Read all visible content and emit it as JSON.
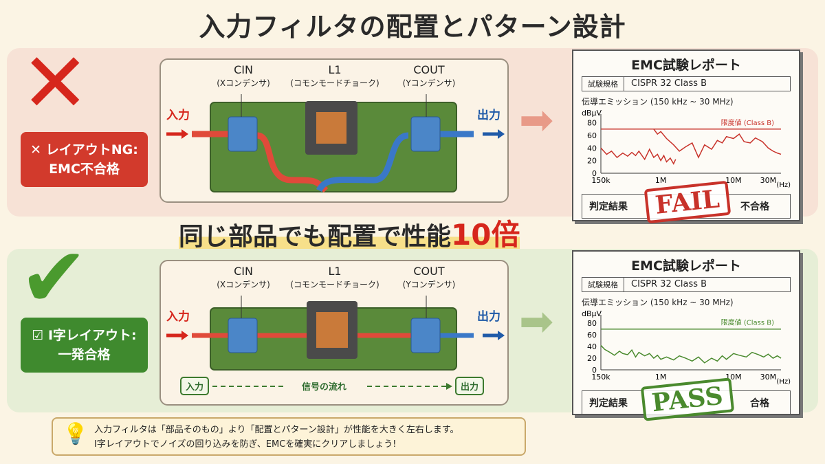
{
  "title": "入力フィルタの配置とパターン設計",
  "ng": {
    "badge": "✕ レイアウトNG:",
    "badge2": "EMC不合格"
  },
  "ok": {
    "badge": "☑ I字レイアウト:",
    "badge2": "一発合格"
  },
  "circuit": {
    "cin": "CIN",
    "cin_sub": "(Xコンデンサ)",
    "l1": "L1",
    "l1_sub": "(コモンモードチョーク)",
    "cout": "COUT",
    "cout_sub": "(Yコンデンサ)",
    "in": "入力",
    "out": "出力"
  },
  "flow": {
    "in": "入力",
    "label": "信号の流れ",
    "out": "出力"
  },
  "banner": {
    "text": "同じ部品でも配置で性能",
    "highlight": "10倍"
  },
  "report": {
    "title": "EMC試験レポート",
    "std_label": "試験規格",
    "std_value": "CISPR 32 Class B",
    "subtitle": "伝導エミッション (150 kHz ~ 30 MHz)",
    "unit": "dBμV",
    "hz": "(Hz)",
    "limit_label": "限度値 (Class B)",
    "judge_label": "判定結果"
  },
  "fail": {
    "stamp": "FAIL",
    "result": "不合格",
    "color": "#c8322a"
  },
  "pass": {
    "stamp": "PASS",
    "result": "合格",
    "color": "#4a8a2e"
  },
  "tip": {
    "line1": "入力フィルタは「部品そのもの」より「配置とパターン設計」が性能を大きく左右します。",
    "line2": "I字レイアウトでノイズの回り込みを防ぎ、EMCを確実にクリアしましょう!"
  },
  "chart_data": [
    {
      "type": "line",
      "title": "伝導エミッション (150 kHz ~ 30 MHz)",
      "ylabel": "dBμV",
      "xlabel": "(Hz)",
      "xscale": "log",
      "xlim_mhz": [
        0.15,
        45
      ],
      "ylim": [
        0,
        85
      ],
      "yticks": [
        0,
        20,
        40,
        60,
        80
      ],
      "xticks": [
        "150k",
        "1M",
        "10M",
        "30M"
      ],
      "xtick_mhz": [
        0.15,
        1,
        10,
        30
      ],
      "limit": {
        "name": "限度値 (Class B)",
        "value": 70
      },
      "series": [
        {
          "name": "trace-low",
          "x": [
            0.15,
            0.18,
            0.21,
            0.25,
            0.3,
            0.35,
            0.4,
            0.45,
            0.5,
            0.6,
            0.7,
            0.8,
            0.9,
            1.0,
            1.1,
            1.2,
            1.35,
            1.5,
            1.6
          ],
          "y": [
            40,
            30,
            35,
            25,
            32,
            27,
            33,
            28,
            35,
            22,
            38,
            25,
            30,
            20,
            28,
            18,
            24,
            15,
            22
          ]
        },
        {
          "name": "trace-high",
          "x": [
            0.8,
            0.9,
            1.0,
            1.2,
            1.5,
            1.8,
            2.2,
            2.7,
            3.3,
            4,
            5,
            6,
            7,
            8,
            10,
            12,
            14,
            17,
            20,
            25,
            30,
            35,
            40,
            45
          ],
          "y": [
            70,
            62,
            66,
            55,
            45,
            35,
            42,
            48,
            25,
            45,
            38,
            52,
            48,
            58,
            55,
            62,
            50,
            48,
            56,
            50,
            40,
            35,
            32,
            30
          ]
        }
      ]
    },
    {
      "type": "line",
      "title": "伝導エミッション (150 kHz ~ 30 MHz)",
      "ylabel": "dBμV",
      "xlabel": "(Hz)",
      "xscale": "log",
      "xlim_mhz": [
        0.15,
        45
      ],
      "ylim": [
        0,
        85
      ],
      "yticks": [
        0,
        20,
        40,
        60,
        80
      ],
      "xticks": [
        "150k",
        "1M",
        "10M",
        "30M"
      ],
      "xtick_mhz": [
        0.15,
        1,
        10,
        30
      ],
      "limit": {
        "name": "限度値 (Class B)",
        "value": 70
      },
      "series": [
        {
          "name": "trace",
          "x": [
            0.15,
            0.17,
            0.2,
            0.23,
            0.27,
            0.3,
            0.35,
            0.4,
            0.45,
            0.5,
            0.6,
            0.7,
            0.8,
            0.9,
            1.0,
            1.2,
            1.5,
            1.8,
            2.2,
            2.7,
            3.3,
            4,
            5,
            6,
            7,
            8,
            10,
            12,
            15,
            18,
            22,
            26,
            30,
            35,
            40,
            45
          ],
          "y": [
            42,
            35,
            30,
            25,
            32,
            28,
            26,
            34,
            22,
            30,
            24,
            28,
            20,
            25,
            18,
            22,
            17,
            24,
            20,
            15,
            22,
            12,
            20,
            15,
            24,
            18,
            28,
            25,
            22,
            30,
            26,
            22,
            27,
            20,
            24,
            20
          ]
        }
      ]
    }
  ]
}
